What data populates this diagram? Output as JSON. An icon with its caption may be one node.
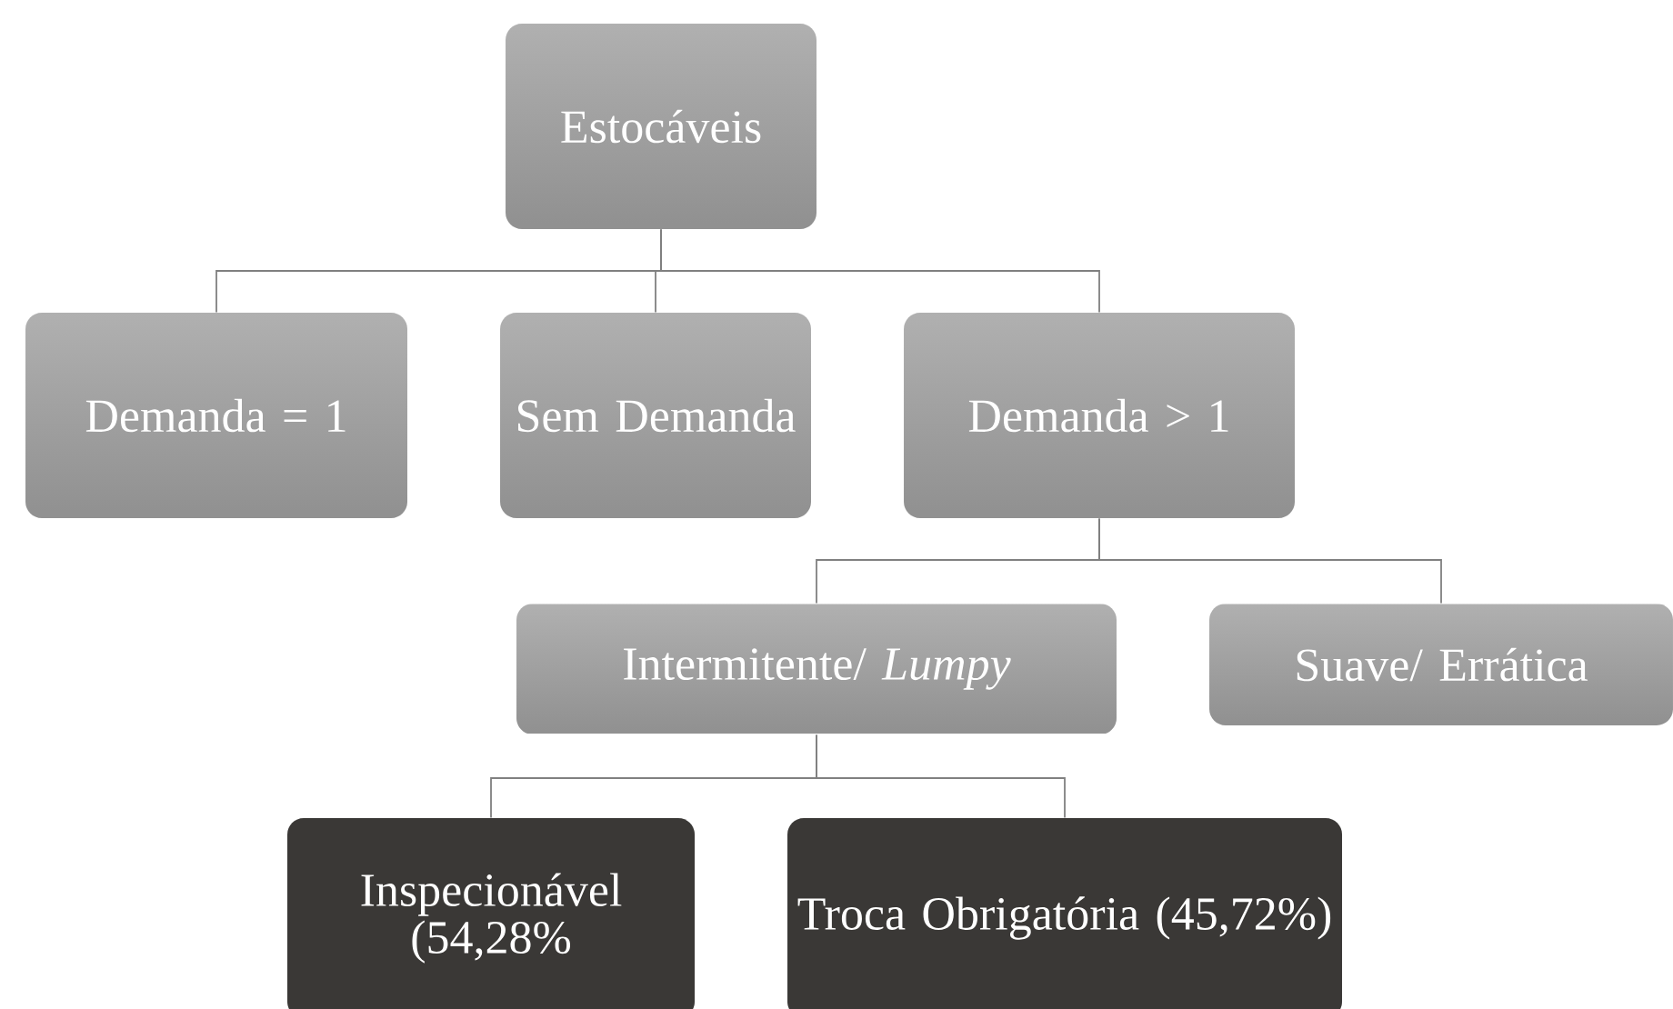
{
  "diagram": {
    "nodes": [
      {
        "text": [
          "Estocáveis"
        ]
      },
      {
        "text": [
          "Demanda = 1"
        ]
      },
      {
        "text": [
          "Sem Demanda"
        ]
      },
      {
        "text": [
          "Demanda > 1"
        ]
      },
      {
        "text": [
          "Intermitente/ *Lumpy*"
        ]
      },
      {
        "text": [
          "Suave/ Errática"
        ]
      },
      {
        "text": [
          "Inspecionável (54,28%"
        ]
      },
      {
        "text": [
          "Troca Obrigatória (45,72%)"
        ]
      }
    ],
    "edges": [
      {
        "from": 0,
        "to": 1,
        "arrow": "none"
      },
      {
        "from": 0,
        "to": 2,
        "arrow": "none"
      },
      {
        "from": 0,
        "to": 3,
        "arrow": "none"
      },
      {
        "from": 3,
        "to": 4,
        "arrow": "none"
      },
      {
        "from": 3,
        "to": 5,
        "arrow": "none"
      },
      {
        "from": 4,
        "to": 6,
        "arrow": "none"
      },
      {
        "from": 4,
        "to": 7,
        "arrow": "none"
      }
    ]
  }
}
